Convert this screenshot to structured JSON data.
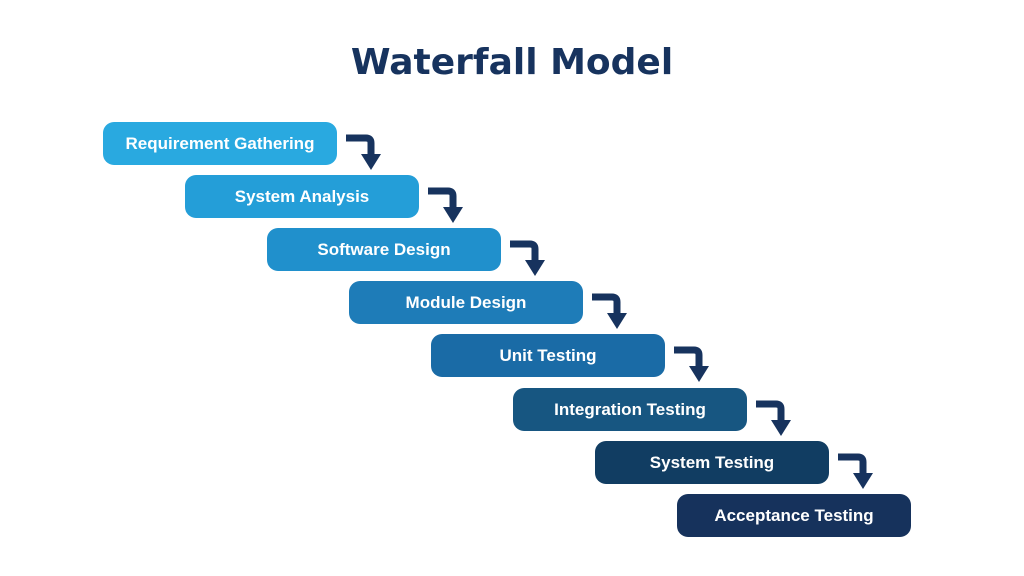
{
  "title": "Waterfall Model",
  "colors": {
    "background": "#FFFFFF",
    "title": "#17335E",
    "arrow": "#17335E",
    "stage_text": "#FFFFFF"
  },
  "stages": [
    {
      "label": "Requirement Gathering",
      "color": "#29A9E0"
    },
    {
      "label": "System Analysis",
      "color": "#249ED8"
    },
    {
      "label": "Software Design",
      "color": "#2090CC"
    },
    {
      "label": "Module Design",
      "color": "#1E7CB8"
    },
    {
      "label": "Unit Testing",
      "color": "#1A6BA6"
    },
    {
      "label": "Integration Testing",
      "color": "#175681"
    },
    {
      "label": "System Testing",
      "color": "#113D62"
    },
    {
      "label": "Acceptance Testing",
      "color": "#16325C"
    }
  ]
}
